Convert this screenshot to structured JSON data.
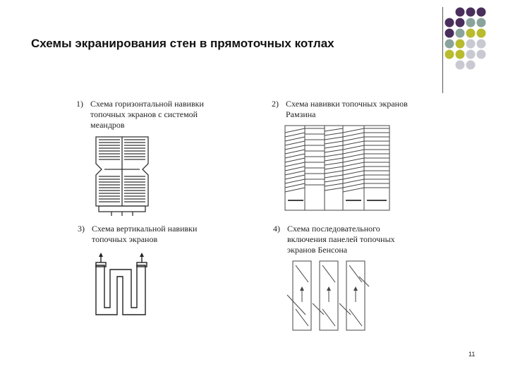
{
  "slide": {
    "title": "Схемы экранирования стен  в прямоточных котлах",
    "page_number": "11",
    "dot_colors": {
      "purple": "#4a2e5c",
      "teal": "#8aa39c",
      "olive": "#b8bc2e",
      "grey": "#c9c9d2"
    }
  },
  "schemes": [
    {
      "number": "1)",
      "lines": [
        "Схема горизонтальной навивки",
        "топочных экранов с системой",
        "меандров"
      ]
    },
    {
      "number": "2)",
      "lines": [
        "Схема навивки топочных экранов",
        "Рамзина"
      ]
    },
    {
      "number": "3)",
      "lines": [
        "Схема вертикальной навивки",
        "топочных экранов"
      ]
    },
    {
      "number": "4)",
      "lines": [
        "Схема последовательного",
        "включения панелей топочных",
        "экранов Бенсона"
      ]
    }
  ]
}
